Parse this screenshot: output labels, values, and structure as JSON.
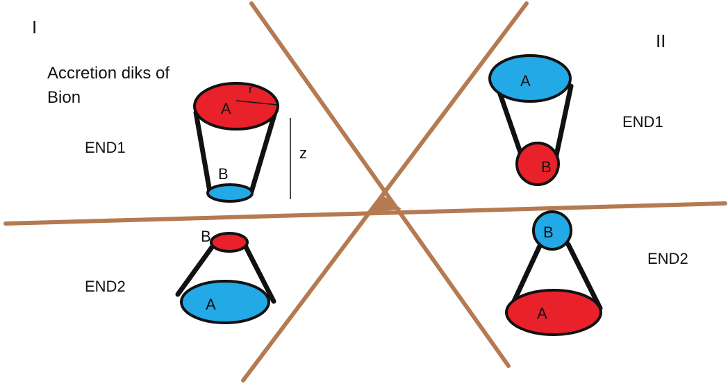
{
  "quadrants": {
    "q1_label": "I",
    "q2_label": "II"
  },
  "caption": {
    "line1": "Accretion diks of",
    "line2": "Bion"
  },
  "labels": {
    "q1_end": "END1",
    "q2_end": "END1",
    "q3_end": "END2",
    "q4_end": "END2",
    "height": "z",
    "radius": "r"
  },
  "nodes": {
    "q1_top": "A",
    "q1_bottom": "B",
    "q2_top": "A",
    "q2_bottom": "B",
    "q3_top": "B",
    "q3_bottom": "A",
    "q4_top": "B",
    "q4_bottom": "A"
  },
  "colors": {
    "red": "#e8212b",
    "blue": "#22a9e6",
    "brown": "#b57a51",
    "outline": "#111111"
  }
}
